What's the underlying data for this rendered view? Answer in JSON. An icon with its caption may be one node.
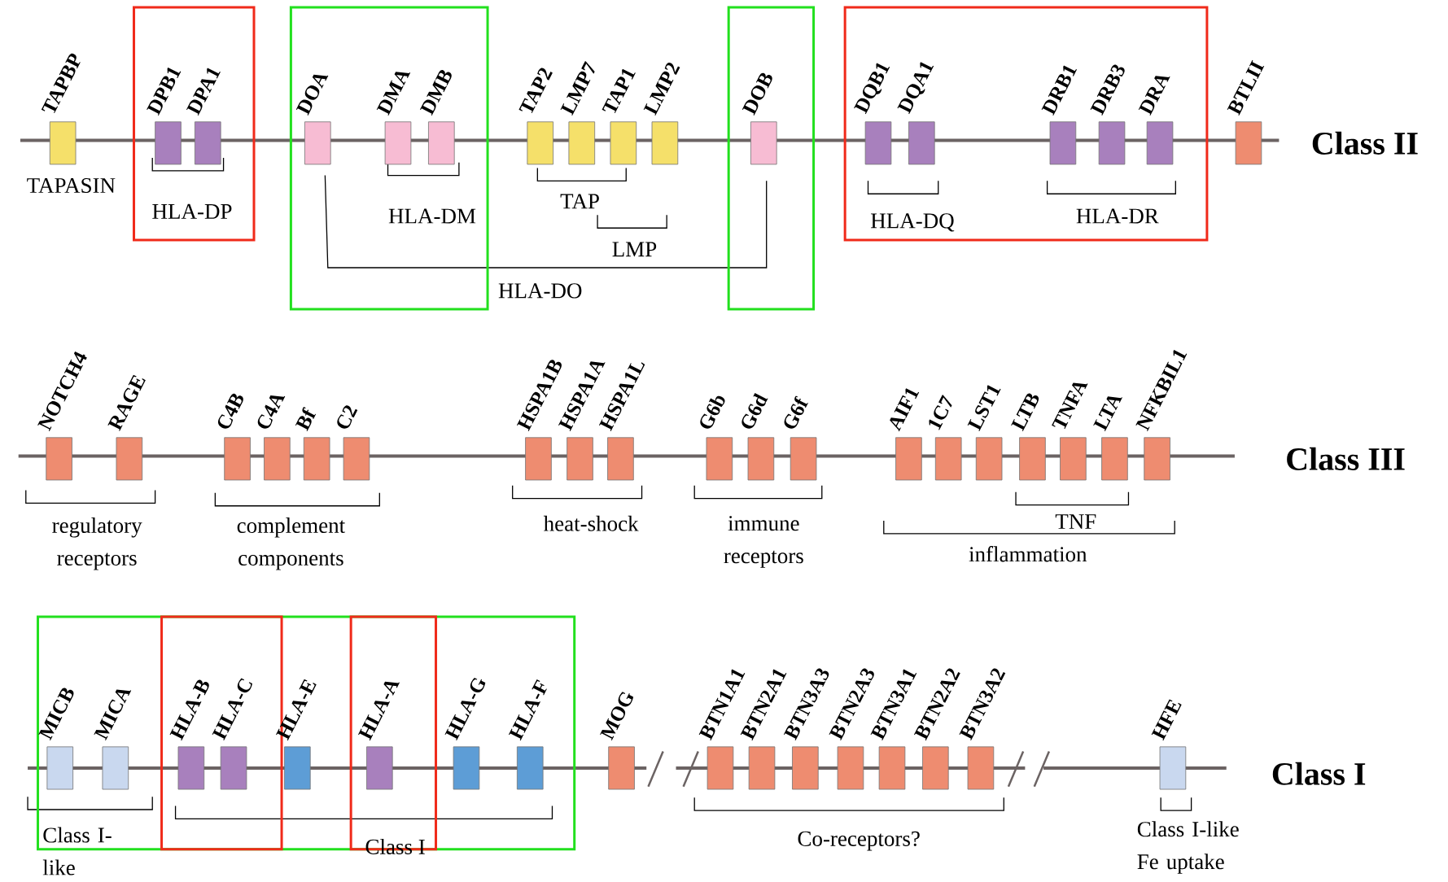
{
  "diagram": {
    "nodes": [
      {
        "text": [
          "TAPBP"
        ]
      },
      {
        "text": [
          "DPB1"
        ]
      },
      {
        "text": [
          "DPA1"
        ]
      },
      {
        "text": [
          "DOA"
        ]
      },
      {
        "text": [
          "DMA"
        ]
      },
      {
        "text": [
          "DMB"
        ]
      },
      {
        "text": [
          "TAP2"
        ]
      },
      {
        "text": [
          "LMP7"
        ]
      },
      {
        "text": [
          "TAP1"
        ]
      },
      {
        "text": [
          "LMP2"
        ]
      },
      {
        "text": [
          "DOB"
        ]
      },
      {
        "text": [
          "DQB1"
        ]
      },
      {
        "text": [
          "DQA1"
        ]
      },
      {
        "text": [
          "DRB1"
        ]
      },
      {
        "text": [
          "DRB3"
        ]
      },
      {
        "text": [
          "DRA"
        ]
      },
      {
        "text": [
          "BTLII"
        ]
      },
      {
        "text": [
          "NOTCH4"
        ]
      },
      {
        "text": [
          "RAGE"
        ]
      },
      {
        "text": [
          "C4B"
        ]
      },
      {
        "text": [
          "C4A"
        ]
      },
      {
        "text": [
          "Bf"
        ]
      },
      {
        "text": [
          "C2"
        ]
      },
      {
        "text": [
          "HSPA1B"
        ]
      },
      {
        "text": [
          "HSPA1A"
        ]
      },
      {
        "text": [
          "HSPA1L"
        ]
      },
      {
        "text": [
          "G6b"
        ]
      },
      {
        "text": [
          "G6d"
        ]
      },
      {
        "text": [
          "G6f"
        ]
      },
      {
        "text": [
          "AIF1"
        ]
      },
      {
        "text": [
          "1C7"
        ]
      },
      {
        "text": [
          "LST1"
        ]
      },
      {
        "text": [
          "LTB"
        ]
      },
      {
        "text": [
          "TNFA"
        ]
      },
      {
        "text": [
          "LTA"
        ]
      },
      {
        "text": [
          "NFKBIL1"
        ]
      },
      {
        "text": [
          "MICB"
        ]
      },
      {
        "text": [
          "MICA"
        ]
      },
      {
        "text": [
          "HLA-B"
        ]
      },
      {
        "text": [
          "HLA-C"
        ]
      },
      {
        "text": [
          "HLA-E"
        ]
      },
      {
        "text": [
          "HLA-A"
        ]
      },
      {
        "text": [
          "HLA-G"
        ]
      },
      {
        "text": [
          "HLA-F"
        ]
      },
      {
        "text": [
          "MOG"
        ]
      },
      {
        "text": [
          "BTN1A1"
        ]
      },
      {
        "text": [
          "BTN2A1"
        ]
      },
      {
        "text": [
          "BTN3A3"
        ]
      },
      {
        "text": [
          "BTN2A3"
        ]
      },
      {
        "text": [
          "BTN3A1"
        ]
      },
      {
        "text": [
          "BTN2A2"
        ]
      },
      {
        "text": [
          "BTN3A2"
        ]
      },
      {
        "text": [
          "HFE"
        ]
      }
    ],
    "labels": [
      "TAPASIN",
      "HLA-DP",
      "HLA-DM",
      "TAP",
      "HLA-DQ",
      "HLA-DR",
      "Class II",
      "LMP",
      "HLA-DO",
      "Class III",
      "regulatory receptors",
      "complement components",
      "heat-shock",
      "immune receptors",
      "TNF",
      "inflammation",
      "Class I",
      "Class I-like",
      "Class I",
      "Co-receptors?",
      "Class I-like Fe uptake"
    ]
  }
}
